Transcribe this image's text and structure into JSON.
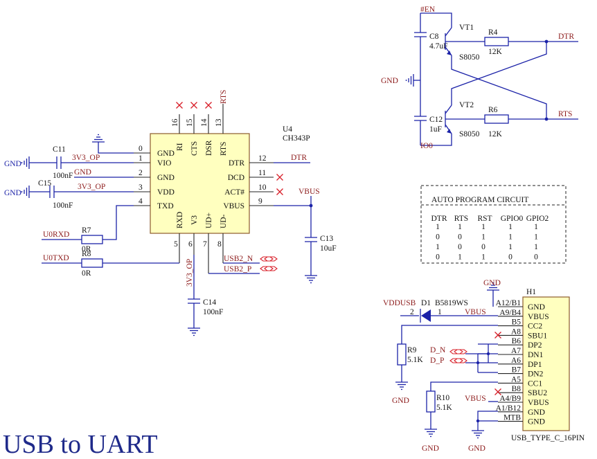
{
  "title": "USB to UART",
  "ic": {
    "designator": "U4",
    "part": "CH343P",
    "left_pins": [
      {
        "num": "0",
        "name": "GND"
      },
      {
        "num": "1",
        "name": "VIO"
      },
      {
        "num": "2",
        "name": "GND"
      },
      {
        "num": "3",
        "name": "VDD"
      },
      {
        "num": "4",
        "name": "TXD"
      }
    ],
    "right_pins": [
      {
        "num": "12",
        "name": "DTR"
      },
      {
        "num": "11",
        "name": "DCD"
      },
      {
        "num": "10",
        "name": "ACT#"
      },
      {
        "num": "9",
        "name": "VBUS"
      }
    ],
    "top_pins": [
      {
        "num": "16",
        "name": "RI"
      },
      {
        "num": "15",
        "name": "CTS"
      },
      {
        "num": "14",
        "name": "DSR"
      },
      {
        "num": "13",
        "name": "RTS"
      }
    ],
    "bottom_pins": [
      {
        "num": "5",
        "name": "RXD"
      },
      {
        "num": "6",
        "name": "V3"
      },
      {
        "num": "7",
        "name": "UD+"
      },
      {
        "num": "8",
        "name": "UD-"
      }
    ]
  },
  "nets": {
    "gnd": "GND",
    "v33": "3V3_OP",
    "dtr": "DTR",
    "rts": "RTS",
    "vbus": "VBUS",
    "u0rxd": "U0RXD",
    "u0txd": "U0TXD",
    "usb2n": "USB2_N",
    "usb2p": "USB2_P",
    "en": "#EN",
    "io0": "IO0",
    "vddusb": "VDDUSB",
    "dn": "D_N",
    "dp": "D_P"
  },
  "components": {
    "c11": {
      "ref": "C11",
      "value": "100nF"
    },
    "c15": {
      "ref": "C15",
      "value": "100nF"
    },
    "c13": {
      "ref": "C13",
      "value": "10uF"
    },
    "c14": {
      "ref": "C14",
      "value": "100nF"
    },
    "r7": {
      "ref": "R7",
      "value": "0R"
    },
    "r8": {
      "ref": "R8",
      "value": "0R"
    },
    "c8": {
      "ref": "C8",
      "value": "4.7uF"
    },
    "c12": {
      "ref": "C12",
      "value": "1uF"
    },
    "vt1": {
      "ref": "VT1",
      "value": "S8050"
    },
    "vt2": {
      "ref": "VT2",
      "value": "S8050"
    },
    "r4": {
      "ref": "R4",
      "value": "12K"
    },
    "r6": {
      "ref": "R6",
      "value": "12K"
    },
    "d1": {
      "ref": "D1",
      "value": "B5819WS",
      "pin_a": "2",
      "pin_k": "1"
    },
    "r9": {
      "ref": "R9",
      "value": "5.1K"
    },
    "r10": {
      "ref": "R10",
      "value": "5.1K"
    }
  },
  "auto_program": {
    "title": "AUTO PROGRAM CIRCUIT",
    "headers": [
      "DTR",
      "RTS",
      "RST",
      "GPIO0",
      "GPIO2"
    ],
    "rows": [
      [
        "1",
        "1",
        "1",
        "1",
        "1"
      ],
      [
        "0",
        "0",
        "1",
        "1",
        "1"
      ],
      [
        "1",
        "0",
        "0",
        "1",
        "1"
      ],
      [
        "0",
        "1",
        "1",
        "0",
        "0"
      ]
    ]
  },
  "connector": {
    "designator": "H1",
    "part": "USB_TYPE_C_16PIN",
    "pins": [
      {
        "num": "A12/B1",
        "name": "GND"
      },
      {
        "num": "A9/B4",
        "name": "VBUS"
      },
      {
        "num": "B5",
        "name": "CC2"
      },
      {
        "num": "A8",
        "name": "SBU1"
      },
      {
        "num": "B6",
        "name": "DP2"
      },
      {
        "num": "A7",
        "name": "DN1"
      },
      {
        "num": "A6",
        "name": "DP1"
      },
      {
        "num": "B7",
        "name": "DN2"
      },
      {
        "num": "A5",
        "name": "CC1"
      },
      {
        "num": "B8",
        "name": "SBU2"
      },
      {
        "num": "A4/B9",
        "name": "VBUS"
      },
      {
        "num": "A1/B12",
        "name": "GND"
      },
      {
        "num": "MTB",
        "name": "GND"
      }
    ]
  },
  "colors": {
    "wire": "#1b22a8",
    "net": "#8c1a1a",
    "nc": "#d8202a",
    "ic_fill": "#ffffbf",
    "ic_stroke": "#8b5a2b"
  }
}
